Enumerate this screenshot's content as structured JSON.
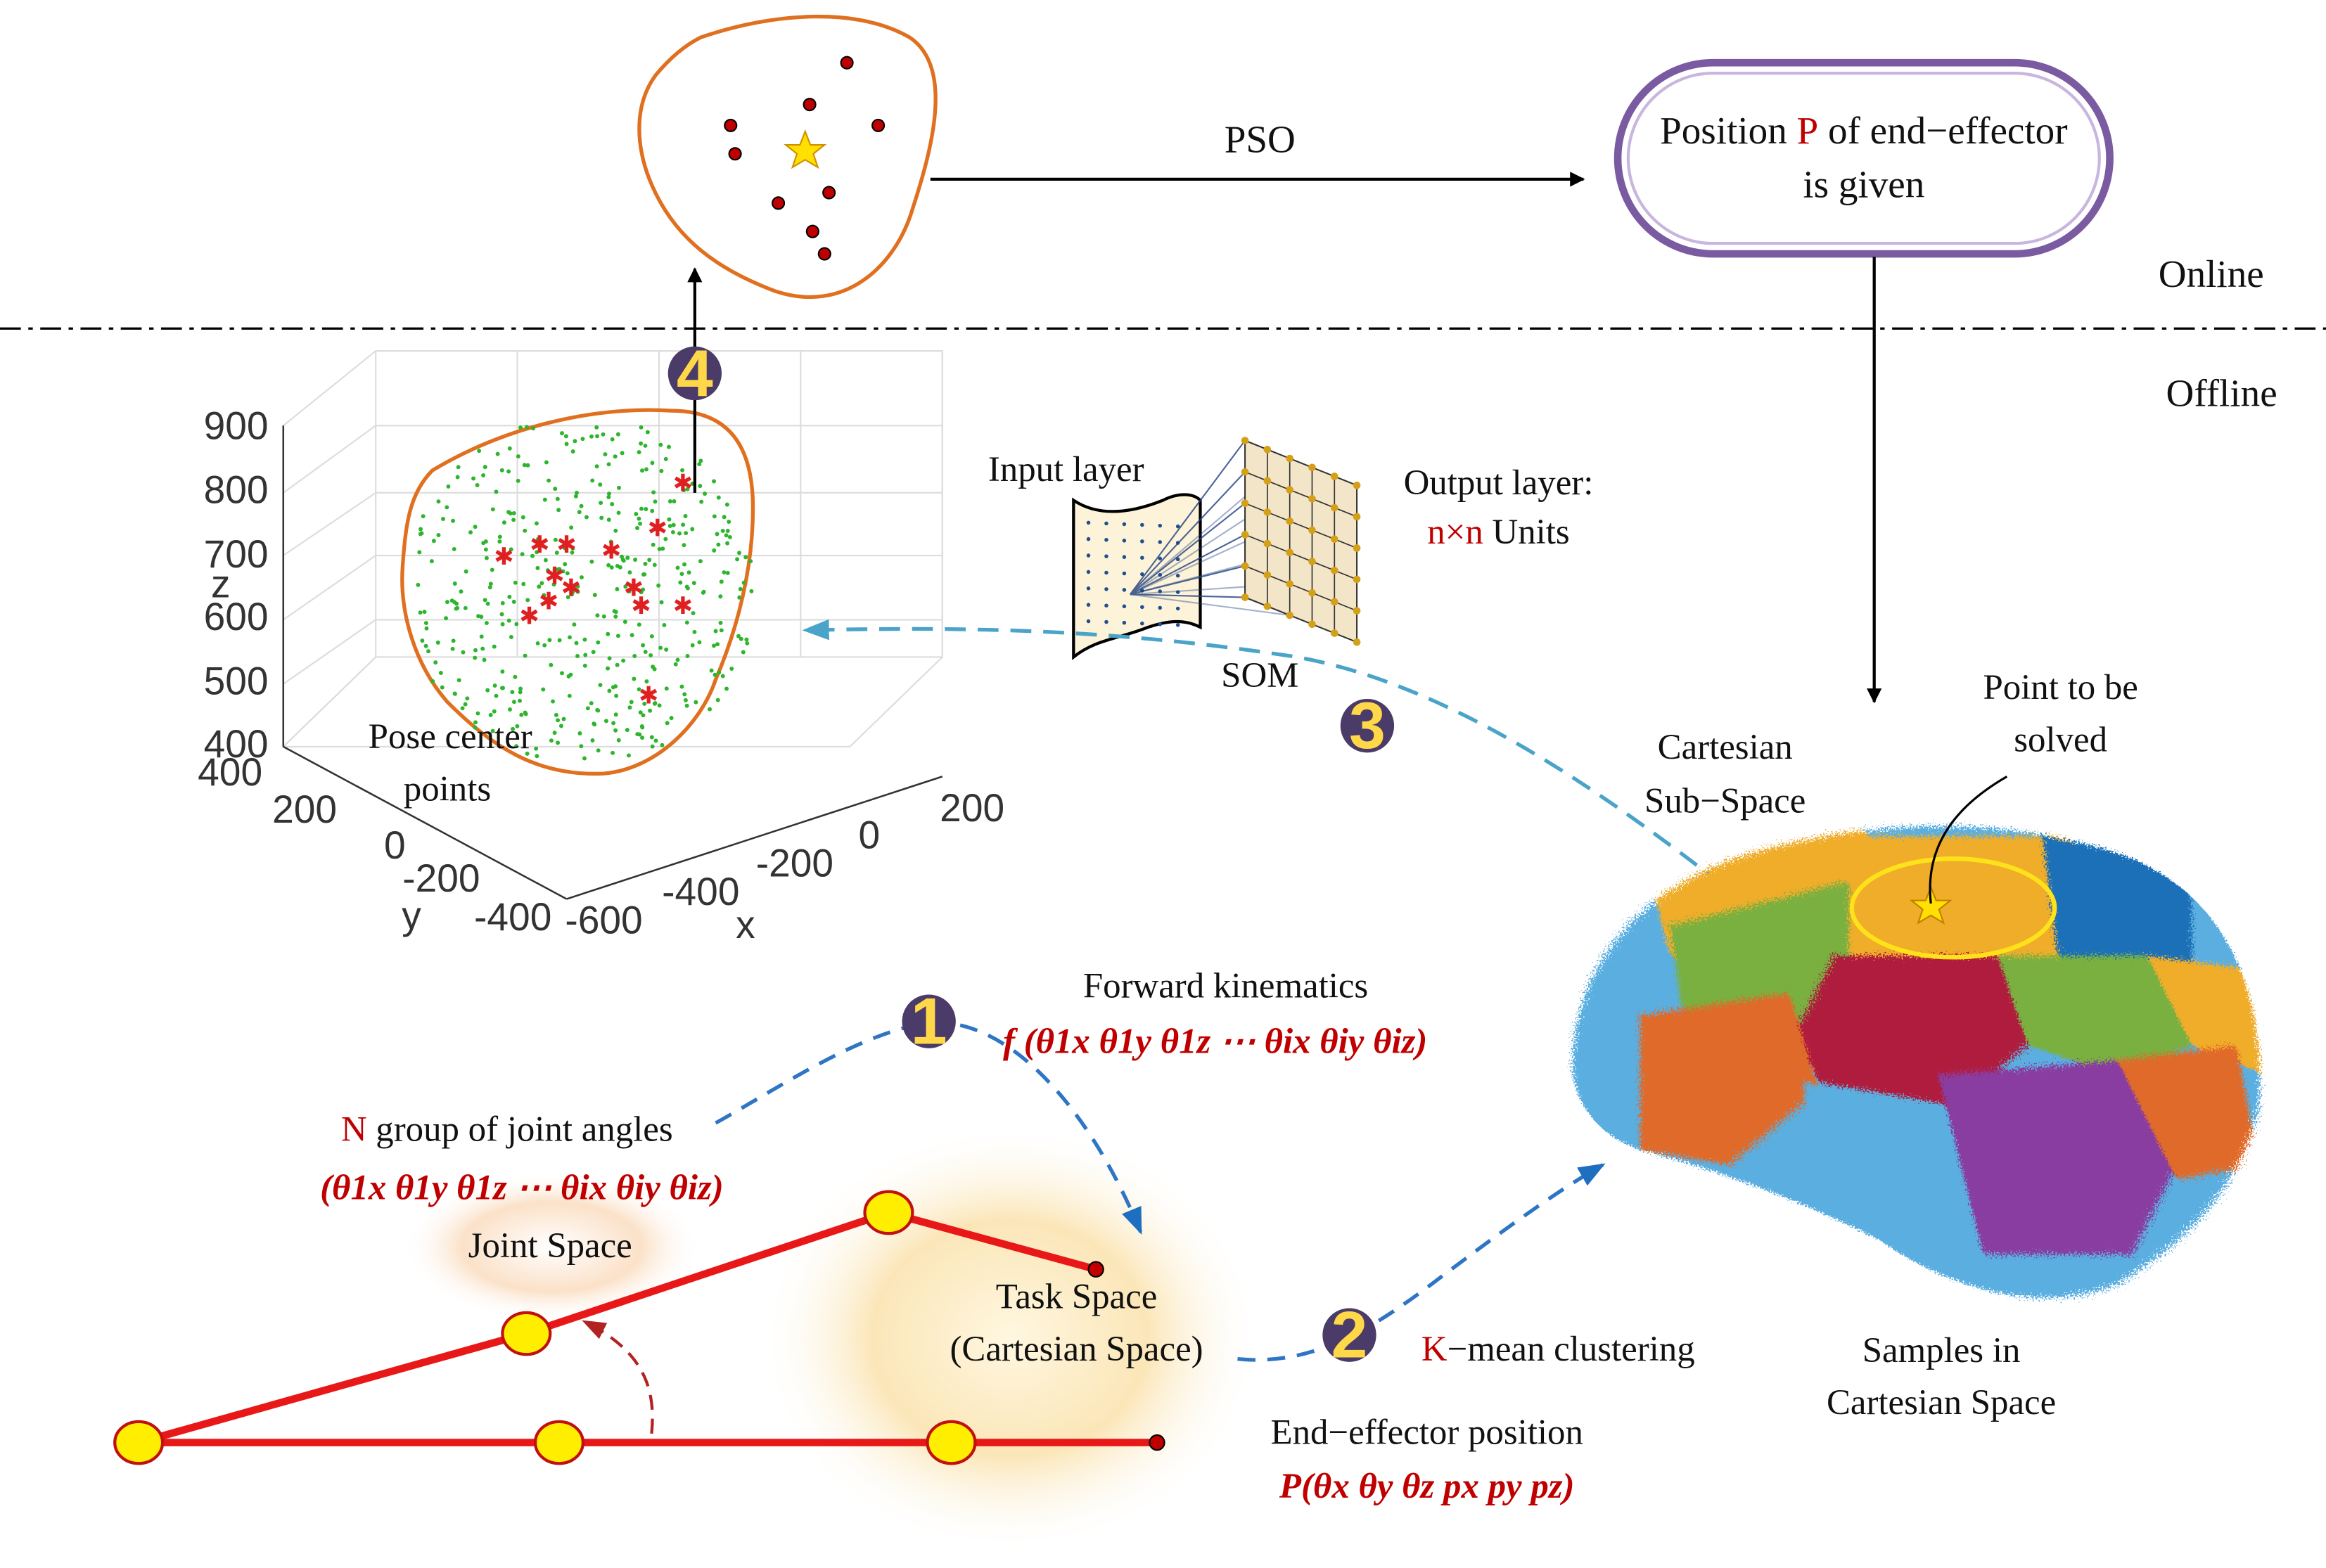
{
  "pso": {
    "label": "PSO"
  },
  "given": {
    "line1_a": "Position ",
    "line1_p": "P",
    "line1_b": " of end−effector",
    "line2": "is given"
  },
  "phase": {
    "online": "Online",
    "offline": "Offline"
  },
  "steps": [
    "1",
    "2",
    "3",
    "4"
  ],
  "scatter3d": {
    "z_ticks": [
      "900",
      "800",
      "700",
      "600",
      "500",
      "400"
    ],
    "z_label": "z",
    "y_ticks": [
      "400",
      "200",
      "0",
      "-200",
      "-400"
    ],
    "y_label": "y",
    "x_ticks": [
      "-600",
      "-400",
      "-200",
      "0",
      "200"
    ],
    "x_label": "x",
    "caption_line1": "Pose center",
    "caption_line2": "points"
  },
  "som": {
    "input_label": "Input layer",
    "output_label": "Output layer:",
    "units_red": "n×n",
    "units_rest": " Units",
    "name": "SOM"
  },
  "cartesian": {
    "subspace_line1": "Cartesian",
    "subspace_line2": "Sub−Space",
    "point_line1": "Point to be",
    "point_line2": "solved"
  },
  "forward": {
    "title": "Forward kinematics",
    "formula": "f (θ1x θ1y θ1z ⋯ θix θiy θiz)"
  },
  "joint": {
    "n_red": "N",
    "n_rest": " group of  joint angles",
    "angles": "(θ1x θ1y θ1z ⋯ θix θiy θiz)",
    "space": "Joint Space"
  },
  "task": {
    "line1": "Task Space",
    "line2": "(Cartesian Space)"
  },
  "kmean": {
    "k": "K",
    "rest": "−mean clustering"
  },
  "endeff": {
    "title": "End−effector  position",
    "formula": "P(θx θy θz px py pz)"
  },
  "samples": {
    "line1": "Samples in",
    "line2": "Cartesian Space"
  },
  "colors": {
    "accent_red": "#c00000",
    "step_circle": "#4a3b68",
    "dashed_blue": "#2e75c4",
    "dashed_cyan": "#4aa3c8",
    "boundary": "#e07020",
    "capsule": "#8b6bb0",
    "star": "#ffe000"
  }
}
